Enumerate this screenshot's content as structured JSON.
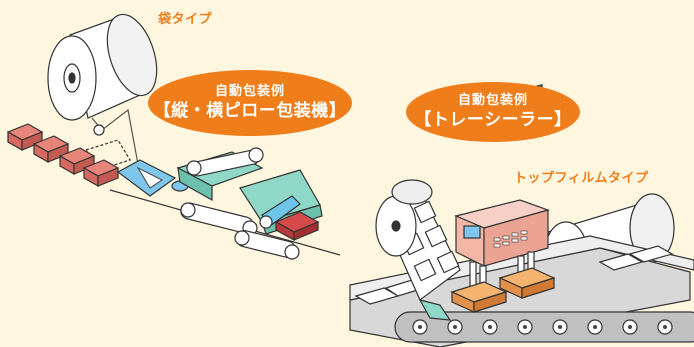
{
  "left_machine": {
    "type_label": "袋タイプ",
    "badge_small": "自動包装例",
    "badge_main": "【縦・横ピロー包装機】"
  },
  "right_machine": {
    "type_label": "トップフィルムタイプ",
    "badge_small": "自動包装例",
    "badge_main": "【トレーシーラー】"
  },
  "colors": {
    "background": "#fff6e0",
    "accent": "#ef7d1a",
    "film": "#8fd8c8",
    "product": "#e8857a",
    "tray": "#f0a25a",
    "sealer": "#f3b7a8"
  }
}
